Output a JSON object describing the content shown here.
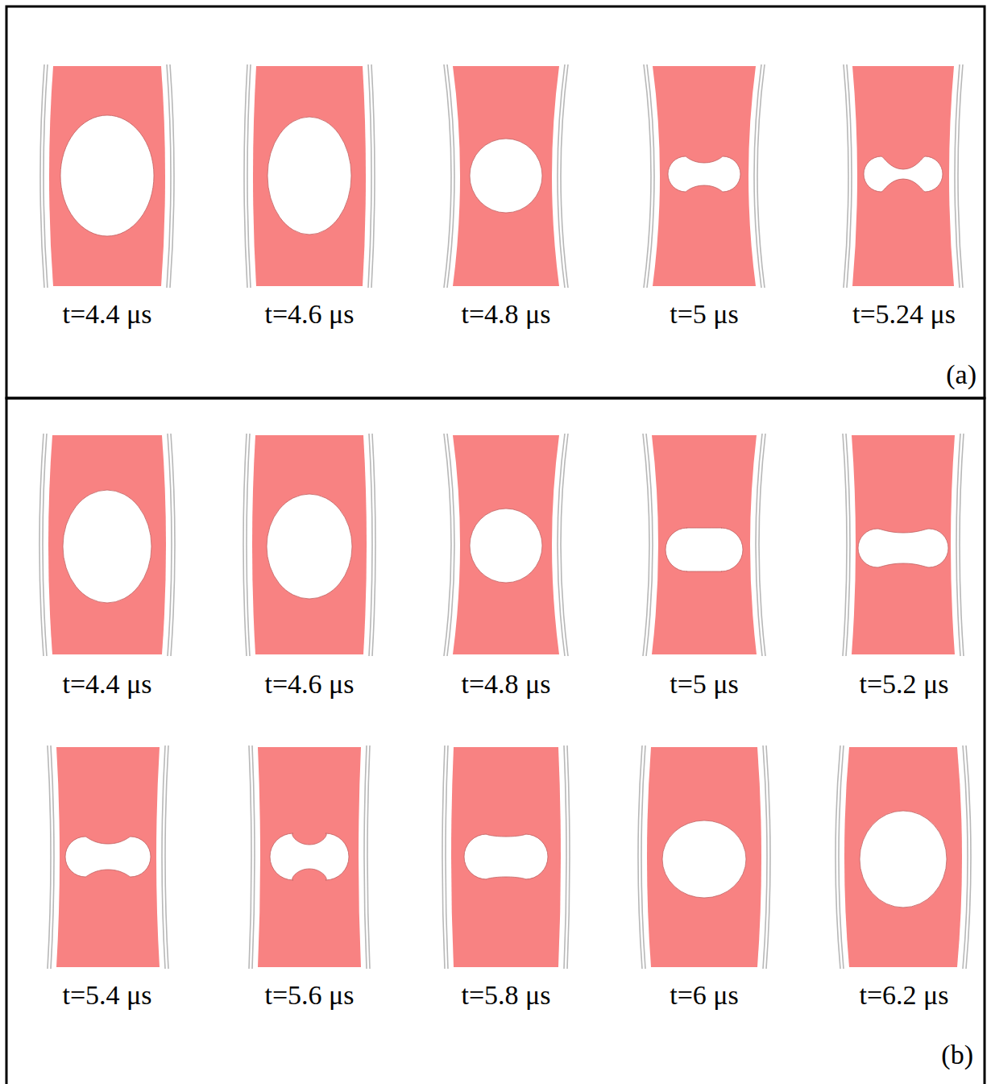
{
  "diagram": {
    "labels": [
      "t=4.4 μs",
      "t=4.6 μs",
      "t=4.8 μs",
      "t=5 μs",
      "t=5.24 μs",
      "(a)",
      "t=4.4 μs",
      "t=4.6 μs",
      "t=4.8 μs",
      "t=5 μs",
      "t=5.2 μs",
      "t=5.4 μs",
      "t=5.6 μs",
      "t=5.8 μs",
      "t=6 μs",
      "t=6.2 μs",
      "(b)"
    ]
  }
}
